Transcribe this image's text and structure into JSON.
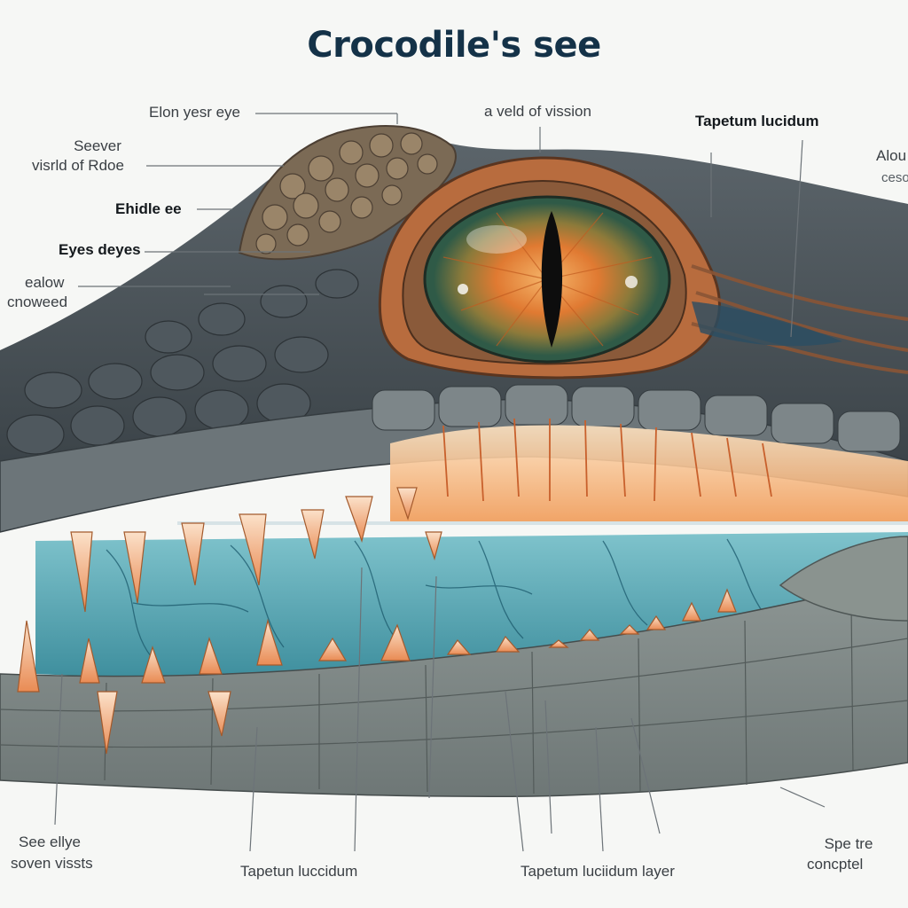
{
  "title": "Crocodile's see",
  "labels": {
    "elon_eye": "Elon yesr eye",
    "seever_line1": "Seever",
    "seever_line2": "visrld of Rdoe",
    "ehidle": "Ehidle ee",
    "eyes_deyes": "Eyes deyes",
    "ealow_line1": "ealow",
    "ealow_line2": "cnoweed",
    "veld_vission": "a veld of vission",
    "tapetum_top": "Tapetum lucidum",
    "alou_line1": "Alou",
    "alou_line2": "ceso",
    "see_ellye_line1": "See ellye",
    "see_ellye_line2": "soven vissts",
    "tapetun_bottom": "Tapetun luccidum",
    "tapetum_layer": "Tapetum luciidum layer",
    "spe_tre_line1": "Spe tre",
    "spe_tre_line2": "concptel"
  },
  "colors": {
    "title": "#143248",
    "scale_dark": "#4a5258",
    "scale_mid": "#7b8489",
    "eyelid": "#8a5a3a",
    "iris_orange": "#e07a32",
    "iris_green": "#3f6b52",
    "pupil": "#0d0d0d",
    "water": "#4aa3b3",
    "glow": "#f2a463",
    "tooth": "#f3a676",
    "leader": "#6c7378"
  },
  "icons": [
    "crocodile-head-illustration",
    "eye-icon"
  ]
}
